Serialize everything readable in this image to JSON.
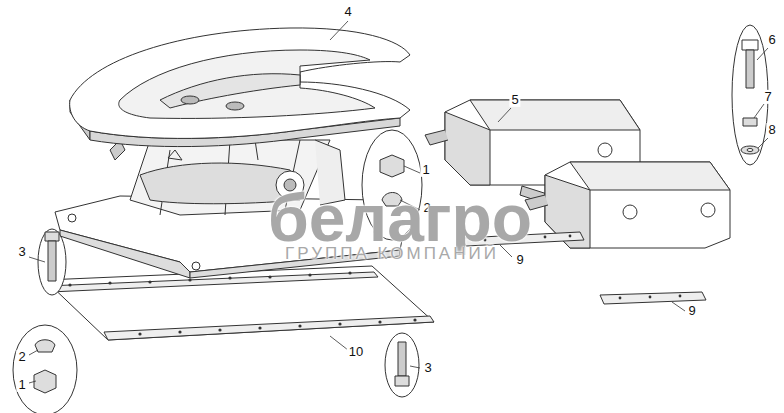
{
  "diagram": {
    "labels": [
      "4",
      "6",
      "5",
      "7",
      "1",
      "8",
      "2",
      "3",
      "9",
      "10",
      "9",
      "2",
      "1",
      "3",
      "белагро",
      "ГРУППА КОМПАНИЙ"
    ]
  }
}
